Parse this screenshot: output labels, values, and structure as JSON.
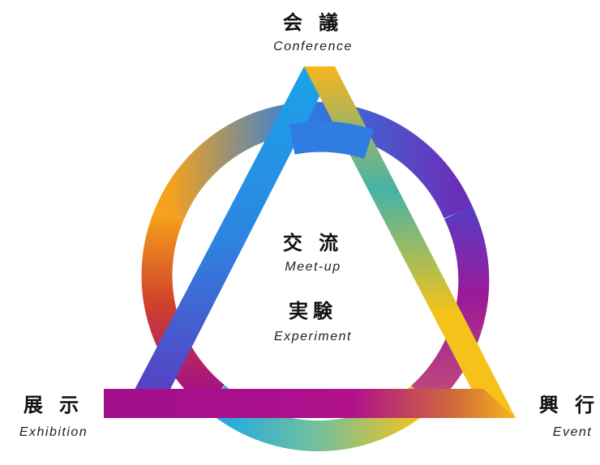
{
  "nodes": {
    "top": {
      "jp": "会 議",
      "en": "Conference"
    },
    "left": {
      "jp": "展 示",
      "en": "Exhibition"
    },
    "right": {
      "jp": "興 行",
      "en": "Event"
    }
  },
  "center": {
    "first": {
      "jp": "交 流",
      "en": "Meet-up"
    },
    "second": {
      "jp": "実験",
      "en": "Experiment"
    }
  },
  "colors": {
    "blue": "#1ba3e8",
    "indigo": "#3a4fc6",
    "purple": "#8a1aa0",
    "magenta": "#b0108c",
    "orange": "#f08a24",
    "yellow": "#f7c21a",
    "teal": "#3fb6b0"
  }
}
